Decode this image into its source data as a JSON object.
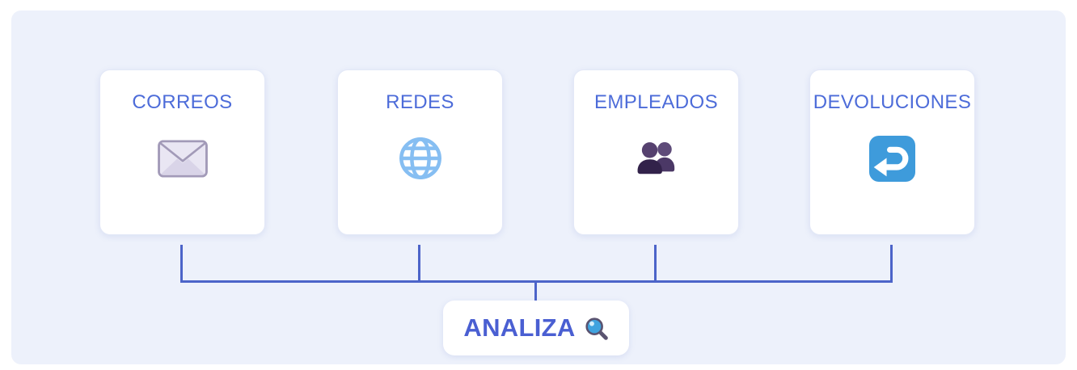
{
  "diagram": {
    "sources": [
      {
        "label": "CORREOS",
        "icon": "envelope-icon"
      },
      {
        "label": "REDES",
        "icon": "globe-icon"
      },
      {
        "label": "EMPLEADOS",
        "icon": "people-icon"
      },
      {
        "label": "DEVOLUCIONES",
        "icon": "return-arrow-icon"
      }
    ],
    "sink": {
      "label": "ANALIZA",
      "icon": "magnifying-glass-icon"
    }
  },
  "colors": {
    "panel_bg": "#EDF1FB",
    "card_bg": "#FFFFFF",
    "title_text": "#4D6CD9",
    "sink_text": "#4A5FD2",
    "connector": "#4C64C9",
    "globe_icon": "#86BEF2",
    "return_icon_bg": "#3E9BDB",
    "magnifier_lens": "#3FA3DF"
  }
}
